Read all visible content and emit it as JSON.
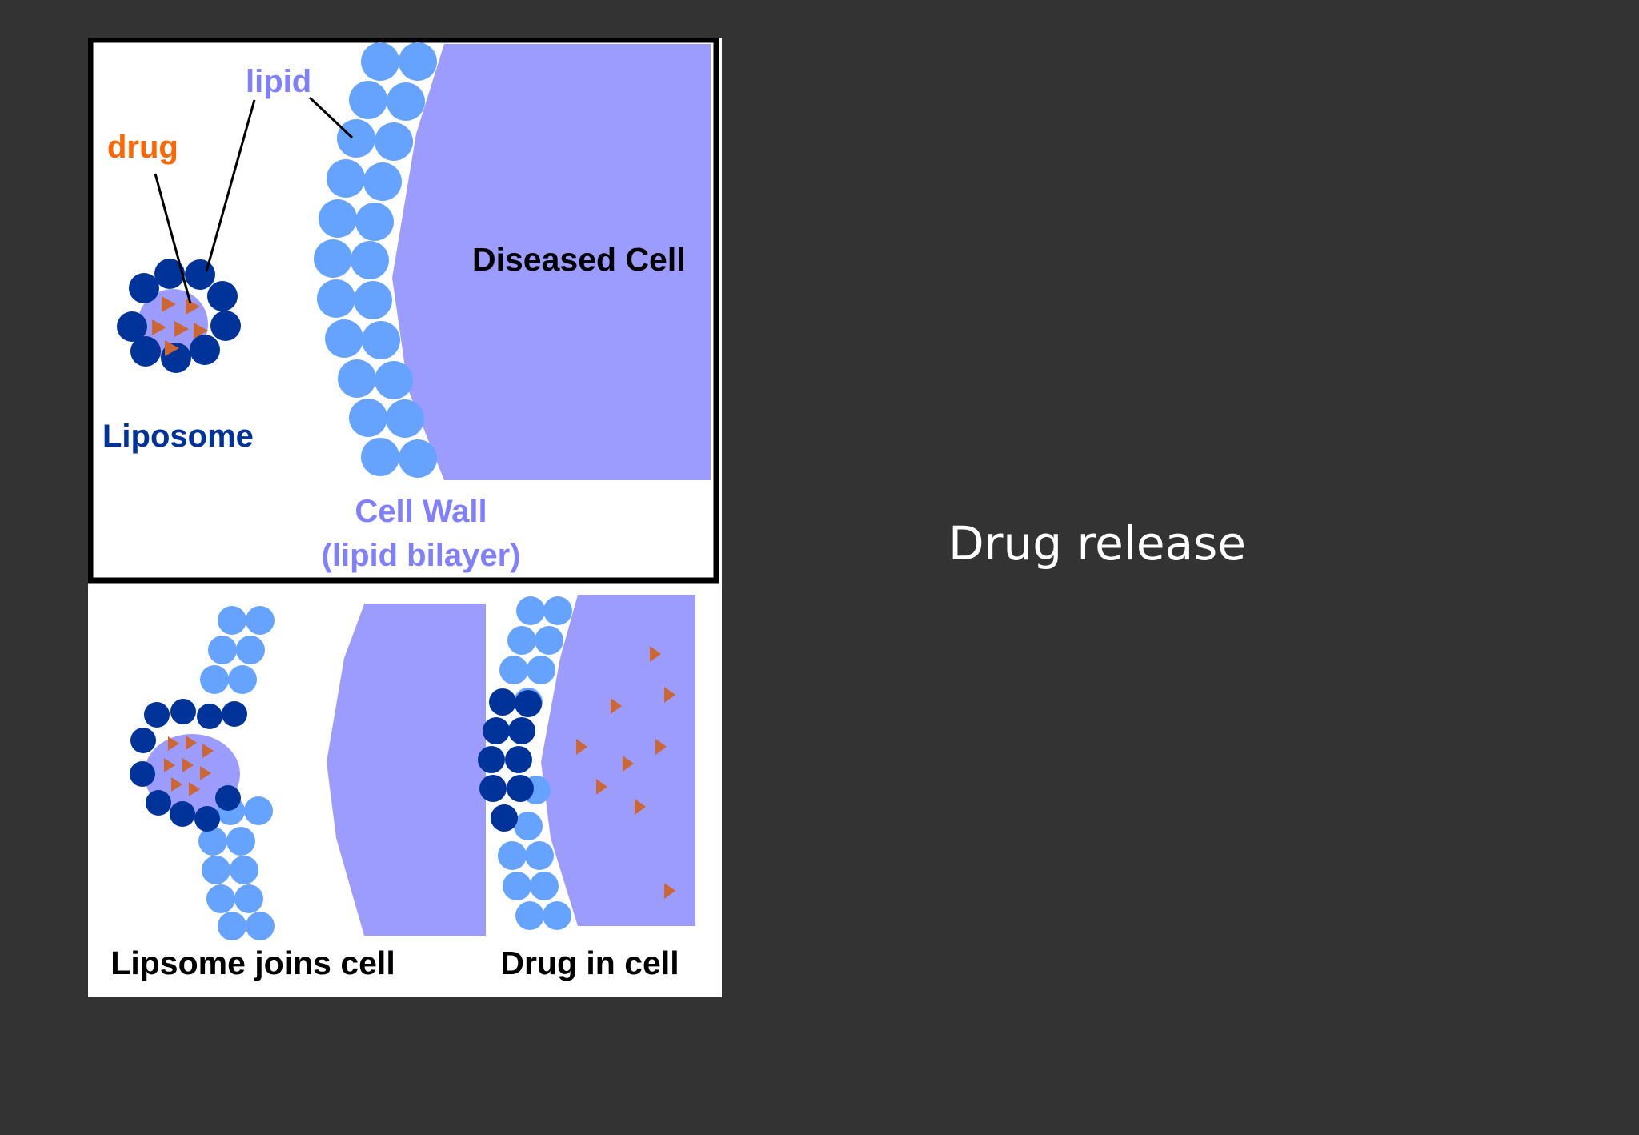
{
  "slide": {
    "caption": "Drug release"
  },
  "diagram": {
    "top_panel": {
      "label_drug": "drug",
      "label_lipid": "lipid",
      "label_liposome": "Liposome",
      "label_diseased_cell": "Diseased Cell",
      "label_cell_wall_line1": "Cell Wall",
      "label_cell_wall_line2": "(lipid bilayer)"
    },
    "bottom_left_caption": "Lipsome joins cell",
    "bottom_right_caption": "Drug in cell"
  },
  "colors": {
    "background": "#333333",
    "cell": "#9c9cff",
    "lipid_light": "#66a3ff",
    "lipid_dark": "#003399",
    "drug": "#cc6633",
    "drug_label": "#ff6600",
    "lipid_label": "#8080ff",
    "liposome_label": "#003399"
  }
}
